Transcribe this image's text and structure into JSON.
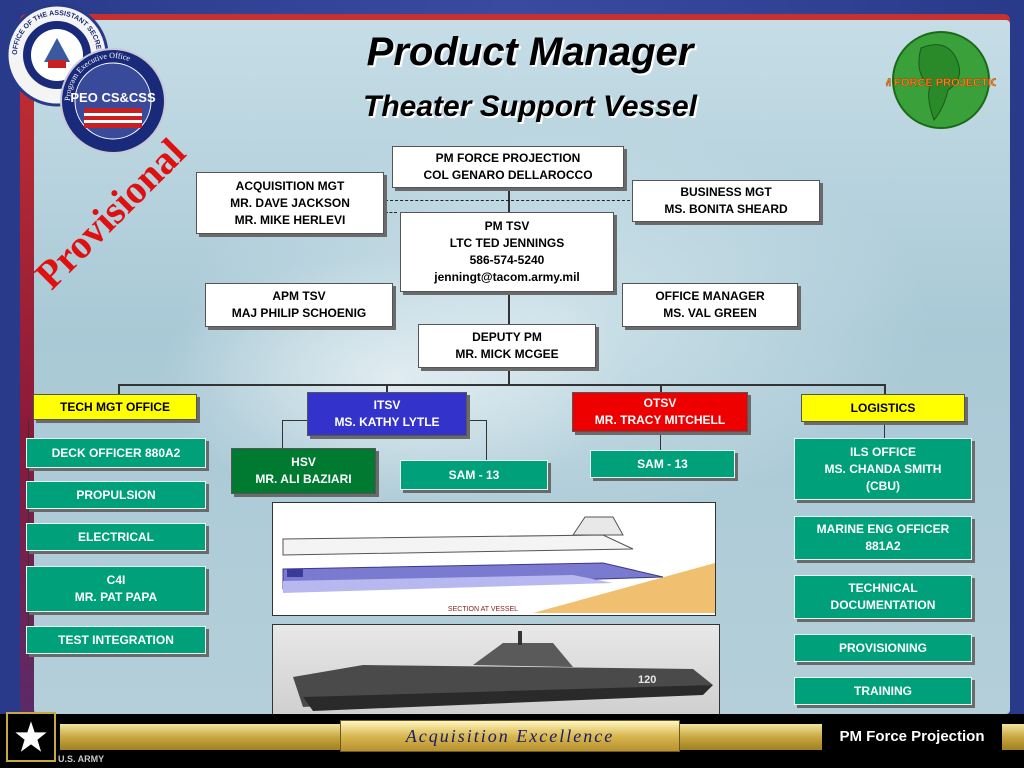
{
  "header": {
    "title": "Product Manager",
    "subtitle": "Theater Support Vessel",
    "watermark": "Provisional"
  },
  "logos": {
    "seal_ring_text": "OFFICE OF THE ASSISTANT SECRETARY OF THE ARMY",
    "peo_text": "PEO CS&CSS",
    "peo_ring_text": "Program Executive Office",
    "pmfp_text": "PM FORCE PROJECTION"
  },
  "org": {
    "pm_fp": {
      "line1": "PM FORCE PROJECTION",
      "line2": "COL GENARO DELLAROCCO"
    },
    "acq_mgt": {
      "line1": "ACQUISITION MGT",
      "line2": "MR. DAVE JACKSON",
      "line3": "MR. MIKE HERLEVI"
    },
    "business_mgt": {
      "line1": "BUSINESS MGT",
      "line2": "MS. BONITA SHEARD"
    },
    "pm_tsv": {
      "line1": "PM TSV",
      "line2": "LTC TED JENNINGS",
      "line3": "586-574-5240",
      "line4": "jenningt@tacom.army.mil"
    },
    "apm_tsv": {
      "line1": "APM TSV",
      "line2": "MAJ PHILIP SCHOENIG"
    },
    "office_mgr": {
      "line1": "OFFICE MANAGER",
      "line2": "MS. VAL GREEN"
    },
    "deputy_pm": {
      "line1": "DEPUTY PM",
      "line2": "MR. MICK MCGEE"
    },
    "tech_mgt": "TECH MGT OFFICE",
    "itsv": {
      "line1": "ITSV",
      "line2": "MS. KATHY LYTLE"
    },
    "otsv": {
      "line1": "OTSV",
      "line2": "MR. TRACY MITCHELL"
    },
    "logistics": "LOGISTICS",
    "hsv": {
      "line1": "HSV",
      "line2": "MR. ALI BAZIARI"
    },
    "sam_itsv": "SAM - 13",
    "sam_otsv": "SAM - 13",
    "tech_items": [
      {
        "line1": "DECK OFFICER 880A2"
      },
      {
        "line1": "PROPULSION"
      },
      {
        "line1": "ELECTRICAL"
      },
      {
        "line1": "C4I",
        "line2": "MR. PAT PAPA"
      },
      {
        "line1": "TEST INTEGRATION"
      }
    ],
    "log_items": [
      {
        "line1": "ILS OFFICE",
        "line2": "MS. CHANDA SMITH",
        "line3": "(CBU)"
      },
      {
        "line1": "MARINE ENG OFFICER",
        "line2": "881A2"
      },
      {
        "line1": "TECHNICAL",
        "line2": "DOCUMENTATION"
      },
      {
        "line1": "PROVISIONING"
      },
      {
        "line1": "TRAINING"
      }
    ]
  },
  "photos": {
    "drawing_caption": "SECTION AT VESSEL",
    "hull_number": "120"
  },
  "footer": {
    "banner": "Acquisition Excellence",
    "right_label": "PM Force Projection",
    "army_label": "U.S. ARMY"
  }
}
